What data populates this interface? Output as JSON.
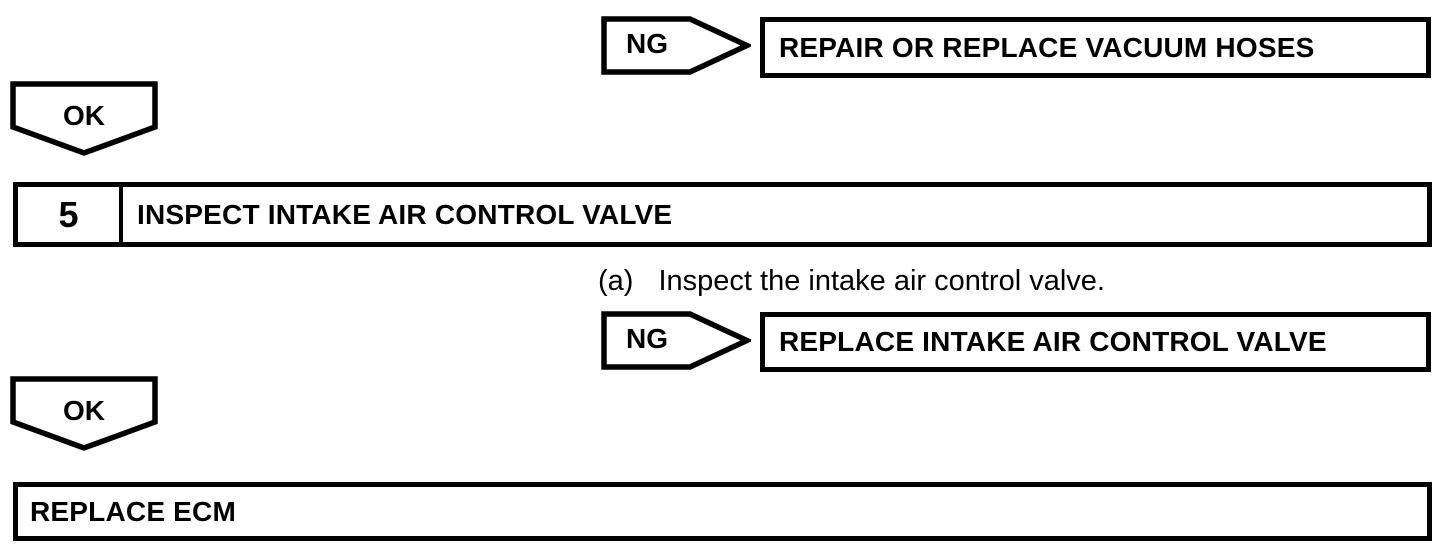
{
  "colors": {
    "ink": "#000000",
    "paper": "#ffffff"
  },
  "flowchart": {
    "branch_vacuum": {
      "ng_label": "NG",
      "action": "REPAIR OR REPLACE VACUUM HOSES",
      "ok_label": "OK"
    },
    "step": {
      "number": "5",
      "title": "INSPECT INTAKE AIR CONTROL VALVE",
      "substep_marker": "(a)",
      "substep_text": "Inspect the intake air control valve."
    },
    "branch_valve": {
      "ng_label": "NG",
      "action": "REPLACE INTAKE AIR CONTROL VALVE",
      "ok_label": "OK"
    },
    "terminal": {
      "action": "REPLACE ECM"
    }
  }
}
